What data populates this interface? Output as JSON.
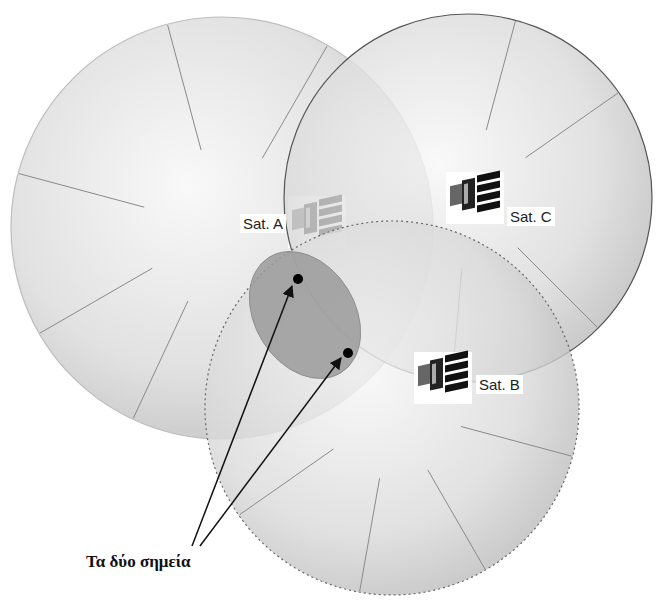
{
  "diagram": {
    "nodes": [
      {
        "text": [
          "Sat. A"
        ]
      },
      {
        "text": [
          "Sat. C"
        ]
      },
      {
        "text": [
          "Sat. B"
        ]
      }
    ],
    "labels": [
      "Τα δύο σημεία"
    ]
  }
}
